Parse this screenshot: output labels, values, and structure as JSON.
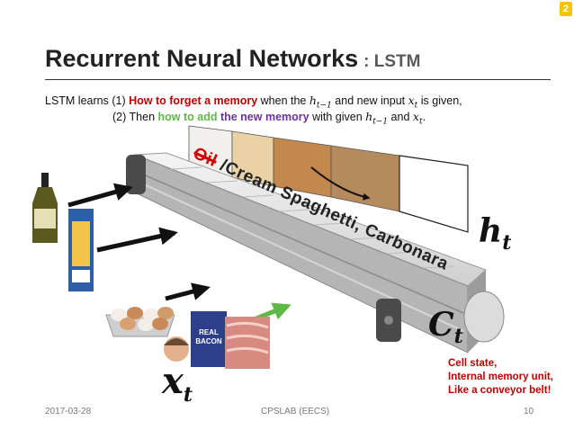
{
  "badge": "2",
  "title": {
    "main": "Recurrent Neural Networks",
    "sub": ": LSTM"
  },
  "line1": {
    "pre": "LSTM learns (1) ",
    "forget": "How to forget a memory",
    "mid": " when the ",
    "h": "h",
    "hsub": "t−1",
    "mid2": " and new input ",
    "x": "x",
    "xsub": "t",
    "post": " is given,"
  },
  "line2": {
    "pre": "(2) Then ",
    "howto": "how to add",
    "space": " ",
    "newmem": "the new memory",
    "mid": " with given ",
    "h": "h",
    "hsub": "t−1",
    "and": " and ",
    "x": "x",
    "xsub": "t",
    "post": "."
  },
  "conveyor_label": {
    "struck": "Oil",
    "rest": "/Cream Spaghetti, Carbonara"
  },
  "symbols": {
    "h": "h",
    "c": "C",
    "x": "x",
    "sub": "t"
  },
  "cell_note": [
    "Cell state,",
    "Internal memory unit,",
    "Like a conveyor belt!"
  ],
  "bacon_label": [
    "REAL",
    "BACON"
  ],
  "footer": {
    "date": "2017-03-28",
    "lab": "CPSLAB (EECS)",
    "page": "10"
  },
  "colors": {
    "forget": "#c00000",
    "add": "#5fb846",
    "memory": "#7030a0",
    "arrow_green": "#5fb846",
    "arrow_black": "#111111"
  }
}
